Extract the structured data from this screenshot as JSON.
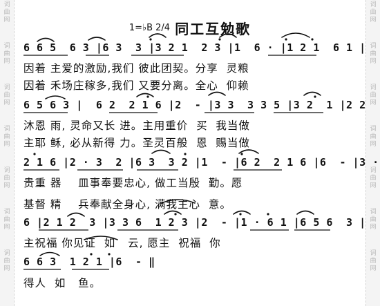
{
  "watermark": {
    "text": "词曲网",
    "color": "#b8b8b8"
  },
  "score": {
    "key_signature": "1=♭B 2/4",
    "title": "同工互勉歌",
    "notation_lines": [
      "6 6 5  6 3 |6 3  3 |3 2 1  2 3 |1  6 · |1 2 1  6 1 |",
      "6 5 6 3 |  6 2  2 1 6 |2  - |3 3  3 3 5 |3 2  1 |2 2",
      "2 1 6 |2 · 3  2 |6 3  3 2 |1  - |6 2  2 1 6 |6  - |3 ·",
      "6 |2 1 2  3 |3 3 6  1 2 3 |2  - |1 · 6 1 |6 5 6  3 |",
      "6 6 3  1 2 1 |6  - ‖"
    ],
    "lyric_lines": [
      "因着 主爱的激励,我们 彼此团契。分享  灵粮",
      "因着 禾场庄稼多,我们 又要分离。全心  仰赖",
      "沐恩 雨, 灵命又长 进。主用重价  买  我当做",
      "主耶 稣, 必从新得 力。圣灵百般  恩  赐当做",
      "贵重 器    皿事奉要忠心, 做工当殷  勤。愿",
      "基督 精    兵奉献全身心, 满我主心  意。",
      "主祝福 你见证  如   云, 愿主  祝福  你",
      "得人  如   鱼。"
    ]
  }
}
